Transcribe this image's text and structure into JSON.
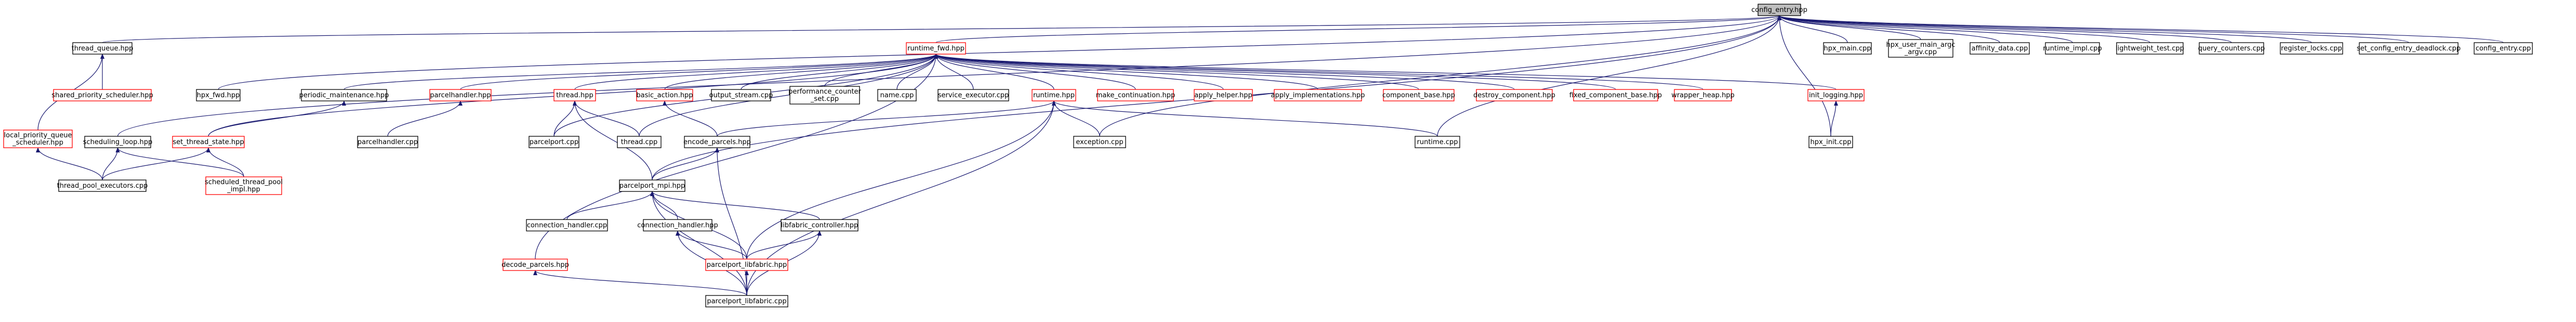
{
  "graph": {
    "nodes": [
      {
        "id": "config_entry_hpp",
        "label": [
          "config_entry.hpp"
        ],
        "style": "focus"
      },
      {
        "id": "thread_queue_hpp",
        "label": [
          "thread_queue.hpp"
        ],
        "style": "black"
      },
      {
        "id": "shared_priority_scheduler_hpp",
        "label": [
          "shared_priority_scheduler.hpp"
        ],
        "style": "red"
      },
      {
        "id": "local_priority_queue_scheduler_hpp",
        "label": [
          "local_priority_queue",
          "_scheduler.hpp"
        ],
        "style": "red"
      },
      {
        "id": "scheduling_loop_hpp",
        "label": [
          "scheduling_loop.hpp"
        ],
        "style": "black"
      },
      {
        "id": "thread_pool_executors_cpp",
        "label": [
          "thread_pool_executors.cpp"
        ],
        "style": "black"
      },
      {
        "id": "hpx_fwd_hpp",
        "label": [
          "hpx_fwd.hpp"
        ],
        "style": "black"
      },
      {
        "id": "runtime_fwd_hpp",
        "label": [
          "runtime_fwd.hpp"
        ],
        "style": "red"
      },
      {
        "id": "periodic_maintenance_hpp",
        "label": [
          "periodic_maintenance.hpp"
        ],
        "style": "black"
      },
      {
        "id": "set_thread_state_hpp",
        "label": [
          "set_thread_state.hpp"
        ],
        "style": "red"
      },
      {
        "id": "scheduled_thread_pool_impl_hpp",
        "label": [
          "scheduled_thread_pool",
          "_impl.hpp"
        ],
        "style": "red"
      },
      {
        "id": "parcelhandler_hpp",
        "label": [
          "parcelhandler.hpp"
        ],
        "style": "red"
      },
      {
        "id": "parcelhandler_cpp",
        "label": [
          "parcelhandler.cpp"
        ],
        "style": "black"
      },
      {
        "id": "thread_hpp",
        "label": [
          "thread.hpp"
        ],
        "style": "red"
      },
      {
        "id": "parcelport_cpp",
        "label": [
          "parcelport.cpp"
        ],
        "style": "black"
      },
      {
        "id": "thread_cpp",
        "label": [
          "thread.cpp"
        ],
        "style": "black"
      },
      {
        "id": "basic_action_hpp",
        "label": [
          "basic_action.hpp"
        ],
        "style": "red"
      },
      {
        "id": "encode_parcels_hpp",
        "label": [
          "encode_parcels.hpp"
        ],
        "style": "black"
      },
      {
        "id": "output_stream_cpp",
        "label": [
          "output_stream.cpp"
        ],
        "style": "black"
      },
      {
        "id": "performance_counter_set_cpp",
        "label": [
          "performance_counter",
          "_set.cpp"
        ],
        "style": "black"
      },
      {
        "id": "name_cpp",
        "label": [
          "name.cpp"
        ],
        "style": "black"
      },
      {
        "id": "service_executor_cpp",
        "label": [
          "service_executor.cpp"
        ],
        "style": "black"
      },
      {
        "id": "runtime_hpp",
        "label": [
          "runtime.hpp"
        ],
        "style": "red"
      },
      {
        "id": "make_continuation_hpp",
        "label": [
          "make_continuation.hpp"
        ],
        "style": "red"
      },
      {
        "id": "apply_helper_hpp",
        "label": [
          "apply_helper.hpp"
        ],
        "style": "red"
      },
      {
        "id": "apply_implementations_hpp",
        "label": [
          "apply_implementations.hpp"
        ],
        "style": "red"
      },
      {
        "id": "component_base_hpp",
        "label": [
          "component_base.hpp"
        ],
        "style": "red"
      },
      {
        "id": "destroy_component_hpp",
        "label": [
          "destroy_component.hpp"
        ],
        "style": "red"
      },
      {
        "id": "fixed_component_base_hpp",
        "label": [
          "fixed_component_base.hpp"
        ],
        "style": "red"
      },
      {
        "id": "wrapper_heap_hpp",
        "label": [
          "wrapper_heap.hpp"
        ],
        "style": "red"
      },
      {
        "id": "init_logging_hpp",
        "label": [
          "init_logging.hpp"
        ],
        "style": "red"
      },
      {
        "id": "exception_cpp",
        "label": [
          "exception.cpp"
        ],
        "style": "black"
      },
      {
        "id": "runtime_cpp",
        "label": [
          "runtime.cpp"
        ],
        "style": "black"
      },
      {
        "id": "hpx_init_cpp",
        "label": [
          "hpx_init.cpp"
        ],
        "style": "black"
      },
      {
        "id": "parcelport_mpi_hpp",
        "label": [
          "parcelport_mpi.hpp"
        ],
        "style": "black"
      },
      {
        "id": "connection_handler_cpp",
        "label": [
          "connection_handler.cpp"
        ],
        "style": "black"
      },
      {
        "id": "connection_handler_hpp",
        "label": [
          "connection_handler.hpp"
        ],
        "style": "black"
      },
      {
        "id": "libfabric_controller_hpp",
        "label": [
          "libfabric_controller.hpp"
        ],
        "style": "black"
      },
      {
        "id": "parcelport_libfabric_hpp",
        "label": [
          "parcelport_libfabric.hpp"
        ],
        "style": "red"
      },
      {
        "id": "decode_parcels_hpp",
        "label": [
          "decode_parcels.hpp"
        ],
        "style": "red"
      },
      {
        "id": "parcelport_libfabric_cpp",
        "label": [
          "parcelport_libfabric.cpp"
        ],
        "style": "black"
      },
      {
        "id": "hpx_main_cpp",
        "label": [
          "hpx_main.cpp"
        ],
        "style": "black"
      },
      {
        "id": "hpx_user_main_argc_argv_cpp",
        "label": [
          "hpx_user_main_argc",
          "_argv.cpp"
        ],
        "style": "black"
      },
      {
        "id": "affinity_data_cpp",
        "label": [
          "affinity_data.cpp"
        ],
        "style": "black"
      },
      {
        "id": "runtime_impl_cpp",
        "label": [
          "runtime_impl.cpp"
        ],
        "style": "black"
      },
      {
        "id": "lightweight_test_cpp",
        "label": [
          "lightweight_test.cpp"
        ],
        "style": "black"
      },
      {
        "id": "query_counters_cpp",
        "label": [
          "query_counters.cpp"
        ],
        "style": "black"
      },
      {
        "id": "register_locks_cpp",
        "label": [
          "register_locks.cpp"
        ],
        "style": "black"
      },
      {
        "id": "set_config_entry_deadlock_cpp",
        "label": [
          "set_config_entry_deadlock.cpp"
        ],
        "style": "black"
      },
      {
        "id": "config_entry_cpp",
        "label": [
          "config_entry.cpp"
        ],
        "style": "black"
      }
    ],
    "edges": [
      [
        "thread_queue_hpp",
        "config_entry_hpp"
      ],
      [
        "hpx_fwd_hpp",
        "config_entry_hpp"
      ],
      [
        "runtime_fwd_hpp",
        "config_entry_hpp"
      ],
      [
        "scheduling_loop_hpp",
        "config_entry_hpp"
      ],
      [
        "parcelport_mpi_hpp",
        "config_entry_hpp"
      ],
      [
        "exception_cpp",
        "config_entry_hpp"
      ],
      [
        "runtime_cpp",
        "config_entry_hpp"
      ],
      [
        "hpx_init_cpp",
        "config_entry_hpp"
      ],
      [
        "hpx_main_cpp",
        "config_entry_hpp"
      ],
      [
        "hpx_user_main_argc_argv_cpp",
        "config_entry_hpp"
      ],
      [
        "affinity_data_cpp",
        "config_entry_hpp"
      ],
      [
        "runtime_impl_cpp",
        "config_entry_hpp"
      ],
      [
        "lightweight_test_cpp",
        "config_entry_hpp"
      ],
      [
        "query_counters_cpp",
        "config_entry_hpp"
      ],
      [
        "register_locks_cpp",
        "config_entry_hpp"
      ],
      [
        "set_config_entry_deadlock_cpp",
        "config_entry_hpp"
      ],
      [
        "config_entry_cpp",
        "config_entry_hpp"
      ],
      [
        "shared_priority_scheduler_hpp",
        "thread_queue_hpp"
      ],
      [
        "local_priority_queue_scheduler_hpp",
        "thread_queue_hpp"
      ],
      [
        "thread_pool_executors_cpp",
        "local_priority_queue_scheduler_hpp"
      ],
      [
        "thread_pool_executors_cpp",
        "scheduling_loop_hpp"
      ],
      [
        "scheduled_thread_pool_impl_hpp",
        "scheduling_loop_hpp"
      ],
      [
        "periodic_maintenance_hpp",
        "runtime_fwd_hpp"
      ],
      [
        "parcelhandler_hpp",
        "runtime_fwd_hpp"
      ],
      [
        "thread_hpp",
        "runtime_fwd_hpp"
      ],
      [
        "basic_action_hpp",
        "runtime_fwd_hpp"
      ],
      [
        "output_stream_cpp",
        "runtime_fwd_hpp"
      ],
      [
        "performance_counter_set_cpp",
        "runtime_fwd_hpp"
      ],
      [
        "name_cpp",
        "runtime_fwd_hpp"
      ],
      [
        "service_executor_cpp",
        "runtime_fwd_hpp"
      ],
      [
        "runtime_hpp",
        "runtime_fwd_hpp"
      ],
      [
        "make_continuation_hpp",
        "runtime_fwd_hpp"
      ],
      [
        "apply_helper_hpp",
        "runtime_fwd_hpp"
      ],
      [
        "apply_implementations_hpp",
        "runtime_fwd_hpp"
      ],
      [
        "component_base_hpp",
        "runtime_fwd_hpp"
      ],
      [
        "destroy_component_hpp",
        "runtime_fwd_hpp"
      ],
      [
        "fixed_component_base_hpp",
        "runtime_fwd_hpp"
      ],
      [
        "wrapper_heap_hpp",
        "runtime_fwd_hpp"
      ],
      [
        "init_logging_hpp",
        "runtime_fwd_hpp"
      ],
      [
        "set_thread_state_hpp",
        "runtime_fwd_hpp"
      ],
      [
        "parcelport_cpp",
        "runtime_fwd_hpp"
      ],
      [
        "thread_cpp",
        "runtime_fwd_hpp"
      ],
      [
        "decode_parcels_hpp",
        "runtime_fwd_hpp"
      ],
      [
        "set_thread_state_hpp",
        "periodic_maintenance_hpp"
      ],
      [
        "thread_pool_executors_cpp",
        "set_thread_state_hpp"
      ],
      [
        "scheduled_thread_pool_impl_hpp",
        "set_thread_state_hpp"
      ],
      [
        "parcelhandler_cpp",
        "parcelhandler_hpp"
      ],
      [
        "parcelport_cpp",
        "thread_hpp"
      ],
      [
        "thread_cpp",
        "thread_hpp"
      ],
      [
        "parcelport_mpi_hpp",
        "thread_hpp"
      ],
      [
        "encode_parcels_hpp",
        "basic_action_hpp"
      ],
      [
        "parcelport_mpi_hpp",
        "encode_parcels_hpp"
      ],
      [
        "parcelport_libfabric_cpp",
        "encode_parcels_hpp"
      ],
      [
        "exception_cpp",
        "runtime_hpp"
      ],
      [
        "runtime_cpp",
        "runtime_hpp"
      ],
      [
        "encode_parcels_hpp",
        "runtime_hpp"
      ],
      [
        "parcelport_libfabric_hpp",
        "runtime_hpp"
      ],
      [
        "parcelport_libfabric_cpp",
        "runtime_hpp"
      ],
      [
        "hpx_init_cpp",
        "init_logging_hpp"
      ],
      [
        "connection_handler_cpp",
        "parcelport_mpi_hpp"
      ],
      [
        "connection_handler_hpp",
        "parcelport_mpi_hpp"
      ],
      [
        "libfabric_controller_hpp",
        "parcelport_mpi_hpp"
      ],
      [
        "parcelport_libfabric_hpp",
        "parcelport_mpi_hpp"
      ],
      [
        "parcelport_libfabric_cpp",
        "parcelport_mpi_hpp"
      ],
      [
        "parcelport_libfabric_hpp",
        "connection_handler_hpp"
      ],
      [
        "parcelport_libfabric_cpp",
        "connection_handler_hpp"
      ],
      [
        "parcelport_libfabric_hpp",
        "libfabric_controller_hpp"
      ],
      [
        "parcelport_libfabric_cpp",
        "libfabric_controller_hpp"
      ],
      [
        "parcelport_libfabric_cpp",
        "parcelport_libfabric_hpp"
      ],
      [
        "parcelport_libfabric_cpp",
        "decode_parcels_hpp"
      ]
    ]
  }
}
